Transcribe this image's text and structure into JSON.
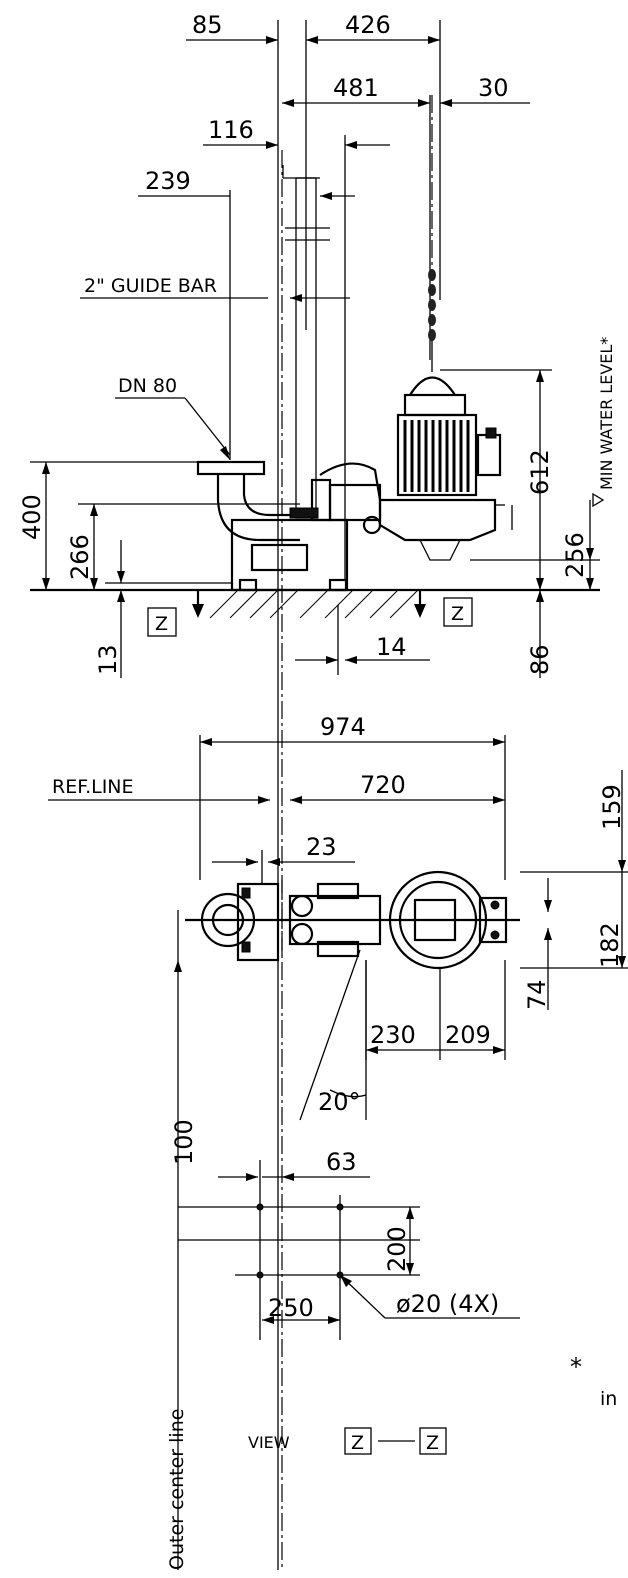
{
  "dimensions": {
    "d85": "85",
    "d426": "426",
    "d481": "481",
    "d30": "30",
    "d116": "116",
    "d239": "239",
    "d400": "400",
    "d266": "266",
    "d13": "13",
    "d14": "14",
    "d612": "612",
    "d256": "256",
    "d86": "86",
    "d974": "974",
    "d720": "720",
    "d159": "159",
    "d23": "23",
    "d182": "182",
    "d74": "74",
    "d230": "230",
    "d209": "209",
    "d20deg": "20°",
    "d100": "100",
    "d63": "63",
    "d200": "200",
    "d250": "250",
    "d_hole": "ø20 (4X)"
  },
  "labels": {
    "guide_bar": "2\" GUIDE BAR",
    "dn80": "DN 80",
    "min_water": "MIN WATER LEVEL*",
    "ref_line": "REF.LINE",
    "view_label": "VIEW",
    "z": "Z",
    "outer_center": "Outer center line",
    "asterisk": "*",
    "partial_in": "in"
  }
}
